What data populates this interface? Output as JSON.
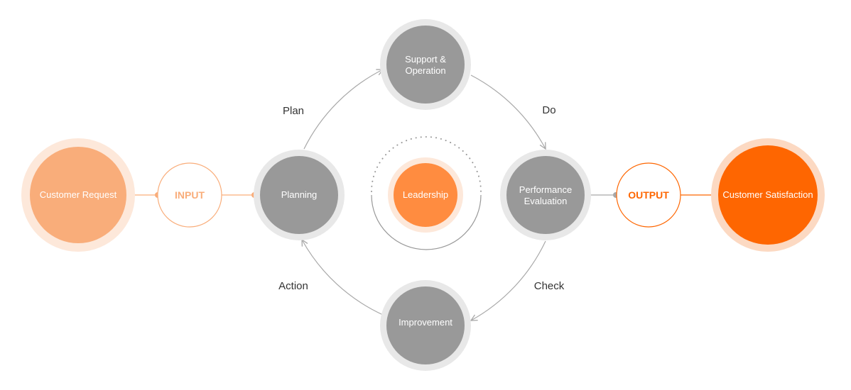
{
  "colors": {
    "gray_node": "#999999",
    "gray_ring": "#e8e8e8",
    "light_orange": "#f9ad7a",
    "light_orange_ring": "#fde8da",
    "orange": "#fe6601",
    "orange_ring": "#fcd9c2",
    "leader_orange": "#ff8c40",
    "connector_gray": "#a8a8a8",
    "phase_text": "#333333"
  },
  "nodes": {
    "customer_request": "Customer Request",
    "input": "INPUT",
    "planning": "Planning",
    "support_line1": "Support &",
    "support_line2": "Operation",
    "performance_line1": "Performance",
    "performance_line2": "Evaluation",
    "improvement": "Improvement",
    "leadership": "Leadership",
    "output": "OUTPUT",
    "customer_satisfaction": "Customer Satisfaction"
  },
  "phases": {
    "plan": "Plan",
    "do": "Do",
    "check": "Check",
    "action": "Action"
  }
}
